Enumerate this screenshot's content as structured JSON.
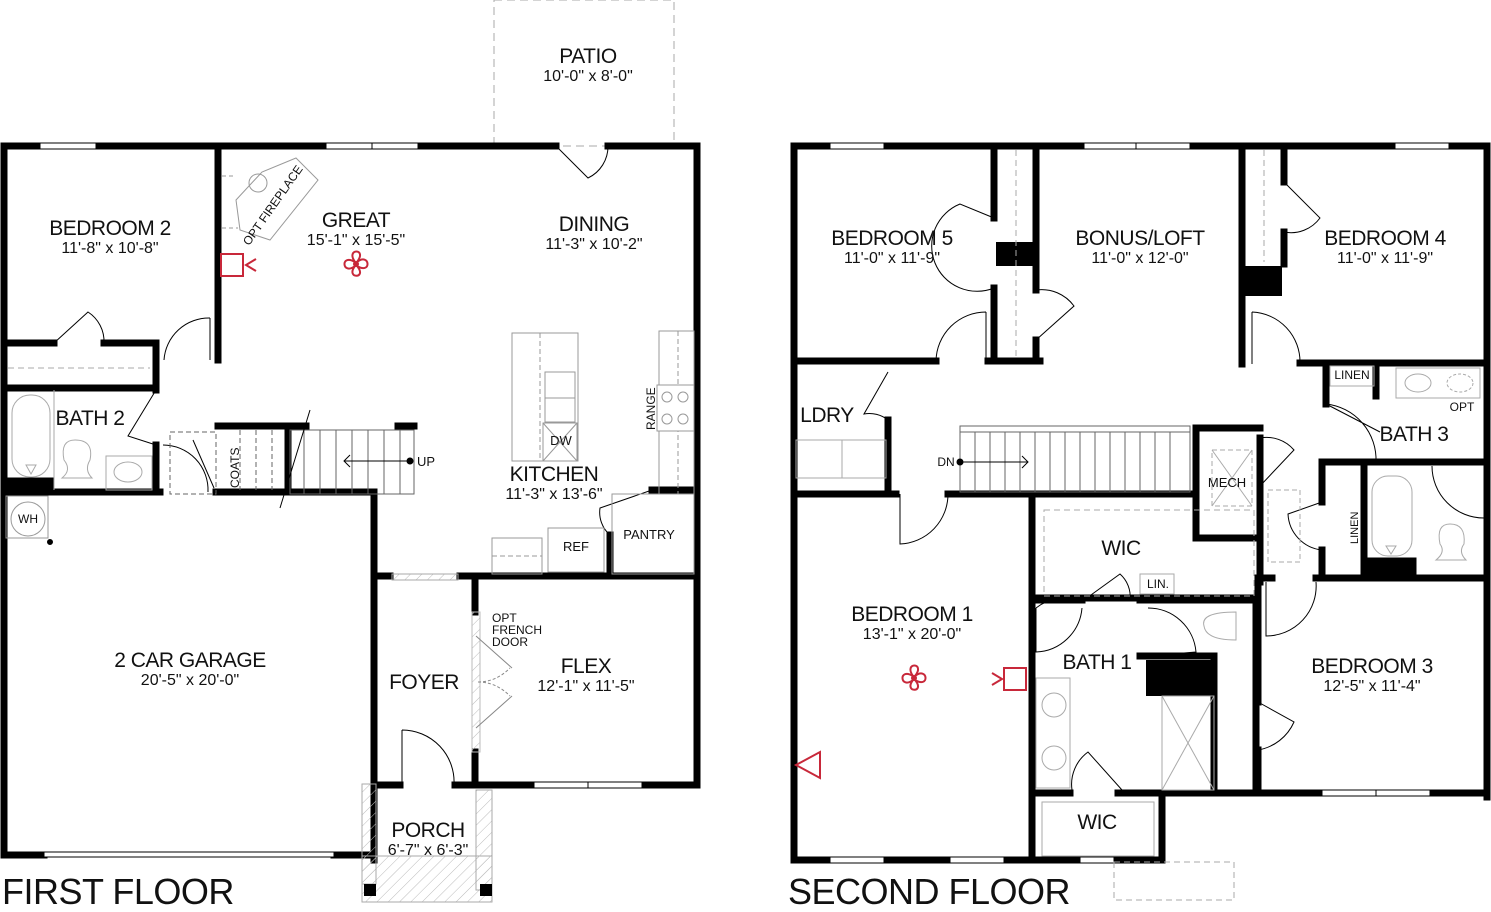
{
  "first_floor": {
    "title": "FIRST FLOOR",
    "rooms": [
      {
        "id": "patio",
        "name": "PATIO",
        "dim": "10'-0\" x 8'-0\""
      },
      {
        "id": "bedroom2",
        "name": "BEDROOM 2",
        "dim": "11'-8\" x 10'-8\""
      },
      {
        "id": "great",
        "name": "GREAT",
        "dim": "15'-1\" x 15'-5\""
      },
      {
        "id": "dining",
        "name": "DINING",
        "dim": "11'-3\" x 10'-2\""
      },
      {
        "id": "bath2",
        "name": "BATH 2"
      },
      {
        "id": "kitchen",
        "name": "KITCHEN",
        "dim": "11'-3\" x 13'-6\""
      },
      {
        "id": "garage",
        "name": "2 CAR GARAGE",
        "dim": "20'-5\" x 20'-0\""
      },
      {
        "id": "foyer",
        "name": "FOYER"
      },
      {
        "id": "flex",
        "name": "FLEX",
        "dim": "12'-1\" x 11'-5\""
      },
      {
        "id": "porch",
        "name": "PORCH",
        "dim": "6'-7\" x 6'-3\""
      }
    ],
    "fixtures": {
      "opt_fireplace": "OPT FIREPLACE",
      "coats": "COATS",
      "up": "UP",
      "range": "RANGE",
      "dw": "DW",
      "ref": "REF",
      "pantry": "PANTRY",
      "wh": "WH",
      "opt_french_door": [
        "OPT",
        "FRENCH",
        "DOOR"
      ]
    }
  },
  "second_floor": {
    "title": "SECOND FLOOR",
    "rooms": [
      {
        "id": "bedroom5",
        "name": "BEDROOM 5",
        "dim": "11'-0\" x 11'-9\""
      },
      {
        "id": "bonus",
        "name": "BONUS/LOFT",
        "dim": "11'-0\" x 12'-0\""
      },
      {
        "id": "bedroom4",
        "name": "BEDROOM 4",
        "dim": "11'-0\" x 11'-9\""
      },
      {
        "id": "ldry",
        "name": "LDRY"
      },
      {
        "id": "bath3",
        "name": "BATH 3"
      },
      {
        "id": "mech",
        "name": "MECH"
      },
      {
        "id": "wic1",
        "name": "WIC"
      },
      {
        "id": "bedroom1",
        "name": "BEDROOM 1",
        "dim": "13'-1\" x 20'-0\""
      },
      {
        "id": "bath1",
        "name": "BATH 1"
      },
      {
        "id": "bedroom3",
        "name": "BEDROOM 3",
        "dim": "12'-5\" x 11'-4\""
      },
      {
        "id": "wic2",
        "name": "WIC"
      }
    ],
    "fixtures": {
      "linen_top": "LINEN",
      "opt": "OPT",
      "linen_side": "LINEN",
      "lin": "LIN.",
      "dn": "DN"
    }
  },
  "colors": {
    "wall": "#000000",
    "fixture": "#9a9a9a",
    "symbol_red": "#c8283a"
  }
}
